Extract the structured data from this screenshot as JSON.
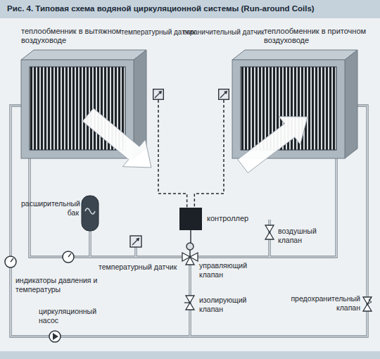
{
  "diagram": {
    "title": "Рис. 4. Типовая схема водяной циркуляционной системы (Run-around Coils)",
    "nodes": [
      {
        "text": [
          "теплообменник в вытяжном воздуховоде"
        ]
      },
      {
        "text": [
          "теплообменник в приточном воздуховоде"
        ]
      },
      {
        "text": [
          "температурный датчик"
        ]
      },
      {
        "text": [
          "ограничительный датчик"
        ]
      },
      {
        "text": [
          "контроллер"
        ]
      }
    ],
    "edges": [
      {
        "from": 2,
        "to": 4,
        "arrow": "none"
      },
      {
        "from": 3,
        "to": 4,
        "arrow": "none"
      }
    ],
    "labels": [
      "расширительный бак",
      "температурный датчик",
      "воздушный клапан",
      "индикаторы давления и температуры",
      "управляющий клапан",
      "изолирующий клапан",
      "предохранительный клапан",
      "циркуляционный насос"
    ]
  }
}
